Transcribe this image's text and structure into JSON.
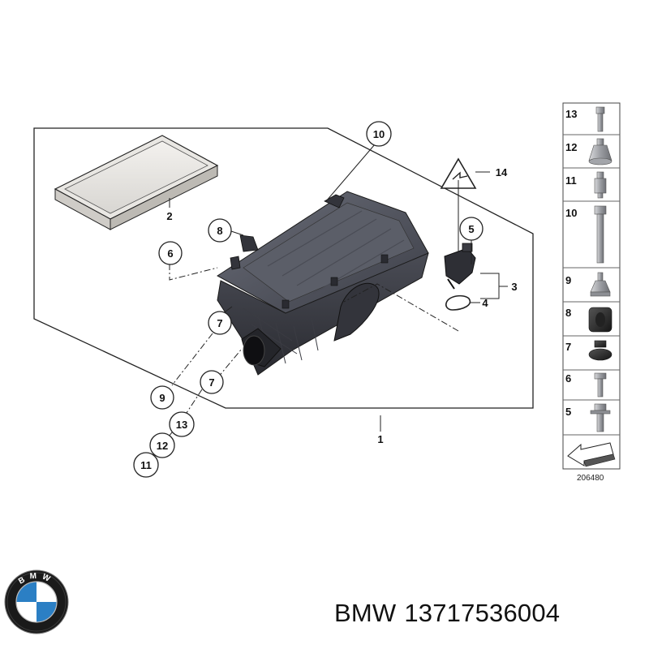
{
  "diagram": {
    "callouts": {
      "c1": "1",
      "c2": "2",
      "c3": "3",
      "c4": "4",
      "c5": "5",
      "c6": "6",
      "c7a": "7",
      "c7b": "7",
      "c8": "8",
      "c9": "9",
      "c10": "10",
      "c11": "11",
      "c12": "12",
      "c13": "13",
      "c14": "14"
    },
    "legend": {
      "items": [
        "13",
        "12",
        "11",
        "10",
        "9",
        "8",
        "7",
        "6",
        "5"
      ],
      "reference": "206480"
    }
  },
  "caption": {
    "brand": "BMW",
    "part_number": "13717536004"
  },
  "logo": {
    "text": "BMW",
    "colors": {
      "ring": "#1a1a1a",
      "blue": "#2b7fc4",
      "white": "#ffffff"
    }
  }
}
